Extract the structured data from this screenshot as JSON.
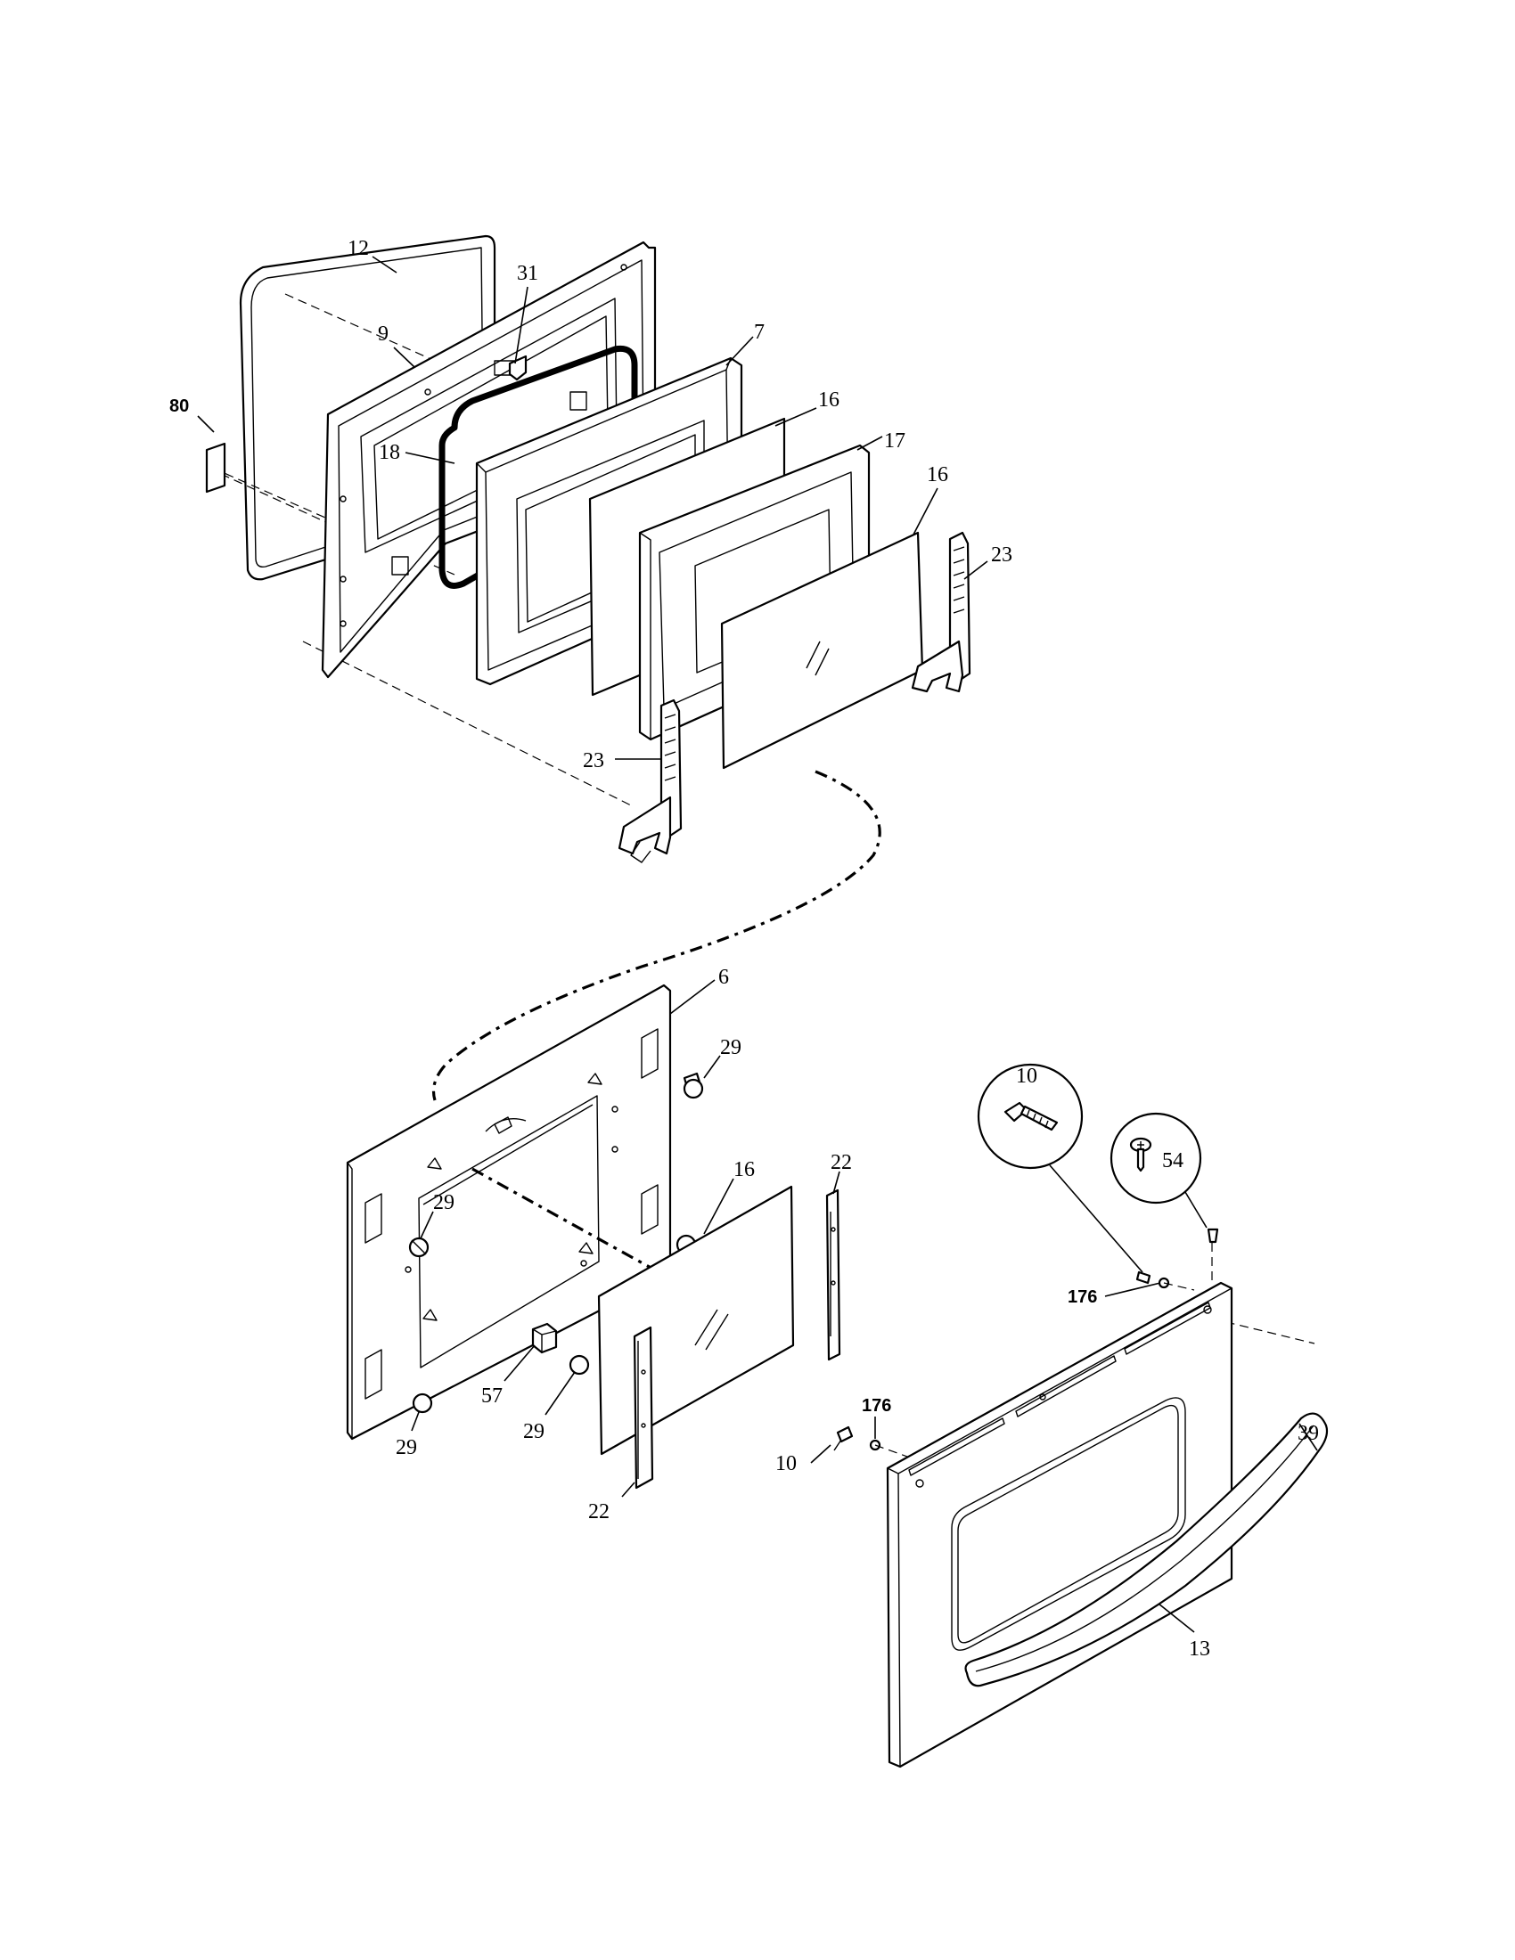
{
  "callouts": {
    "c12": "12",
    "c31": "31",
    "c9": "9",
    "c7": "7",
    "c80": "80",
    "c18": "18",
    "c16a": "16",
    "c17": "17",
    "c16b": "16",
    "c23a": "23",
    "c23b": "23",
    "c6": "6",
    "c29a": "29",
    "c10a": "10",
    "c16c": "16",
    "c22a": "22",
    "c54": "54",
    "c29b": "29",
    "c176a": "176",
    "c57": "57",
    "c29c": "29",
    "c29d": "29",
    "c22b": "22",
    "c176b": "176",
    "c10b": "10",
    "c39": "39",
    "c13": "13"
  }
}
